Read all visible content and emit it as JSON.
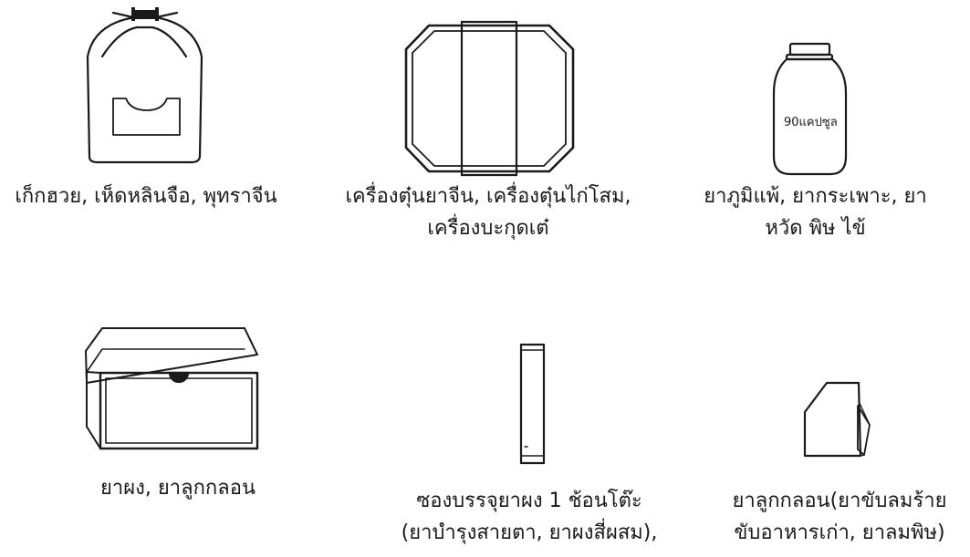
{
  "items": [
    {
      "id": "cloth-bag",
      "icon": "drawstring-bag-icon",
      "caption_lines": [
        "เก็กฮวย, เห็ดหลินจือ, พุทราจีน"
      ]
    },
    {
      "id": "octagon-wrap",
      "icon": "octagon-wrap-icon",
      "caption_lines": [
        "เครื่องตุ๋นยาจีน, เครื่องตุ๋นไก่โสม,",
        "เครื่องบะกุดเต๋"
      ]
    },
    {
      "id": "capsule-jar",
      "icon": "capsule-jar-icon",
      "jar_label": "90แคปซูล",
      "caption_lines": [
        "ยาภูมิแพ้, ยากระเพาะ, ยา",
        "หวัด พิษ ไข้"
      ]
    },
    {
      "id": "box",
      "icon": "box-icon",
      "caption_lines": [
        "ยาผง, ยาลูกกลอน"
      ]
    },
    {
      "id": "sachet",
      "icon": "sachet-icon",
      "caption_lines": [
        "ซองบรรจุยาผง 1 ช้อนโต๊ะ",
        "(ยาบำรุงสายตา, ยาผงสี่ผสม),"
      ]
    },
    {
      "id": "pouch",
      "icon": "pouch-icon",
      "caption_lines": [
        "ยาลูกกลอน(ยาขับลมร้าย",
        "ขับอาหารเก่า, ยาลมพิษ)"
      ]
    }
  ]
}
